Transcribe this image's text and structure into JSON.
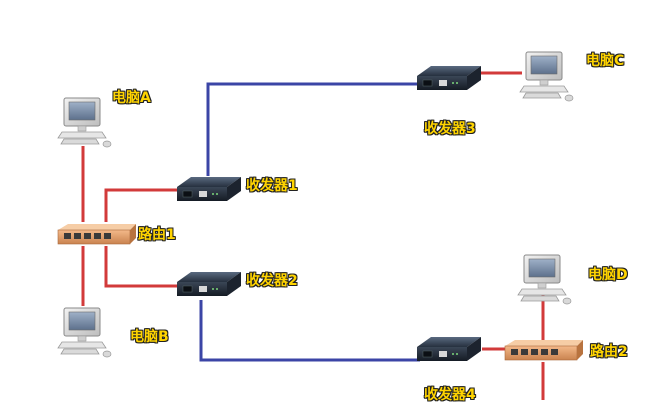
{
  "colors": {
    "ethernet": "#d23a3a",
    "fiber": "#3b45a6",
    "label_text": "#ffd400"
  },
  "devices": {
    "pc_a": {
      "label": "电脑A",
      "icon": "desktop-computer-icon"
    },
    "pc_b": {
      "label": "电脑B",
      "icon": "desktop-computer-icon"
    },
    "pc_c": {
      "label": "电脑C",
      "icon": "desktop-computer-icon"
    },
    "pc_d": {
      "label": "电脑D",
      "icon": "desktop-computer-icon"
    },
    "router_1": {
      "label": "路由1",
      "icon": "network-switch-icon"
    },
    "router_2": {
      "label": "路由2",
      "icon": "network-switch-icon"
    },
    "transceiver_1": {
      "label": "收发器1",
      "icon": "media-converter-icon"
    },
    "transceiver_2": {
      "label": "收发器2",
      "icon": "media-converter-icon"
    },
    "transceiver_3": {
      "label": "收发器3",
      "icon": "media-converter-icon"
    },
    "transceiver_4": {
      "label": "收发器4",
      "icon": "media-converter-icon"
    }
  }
}
